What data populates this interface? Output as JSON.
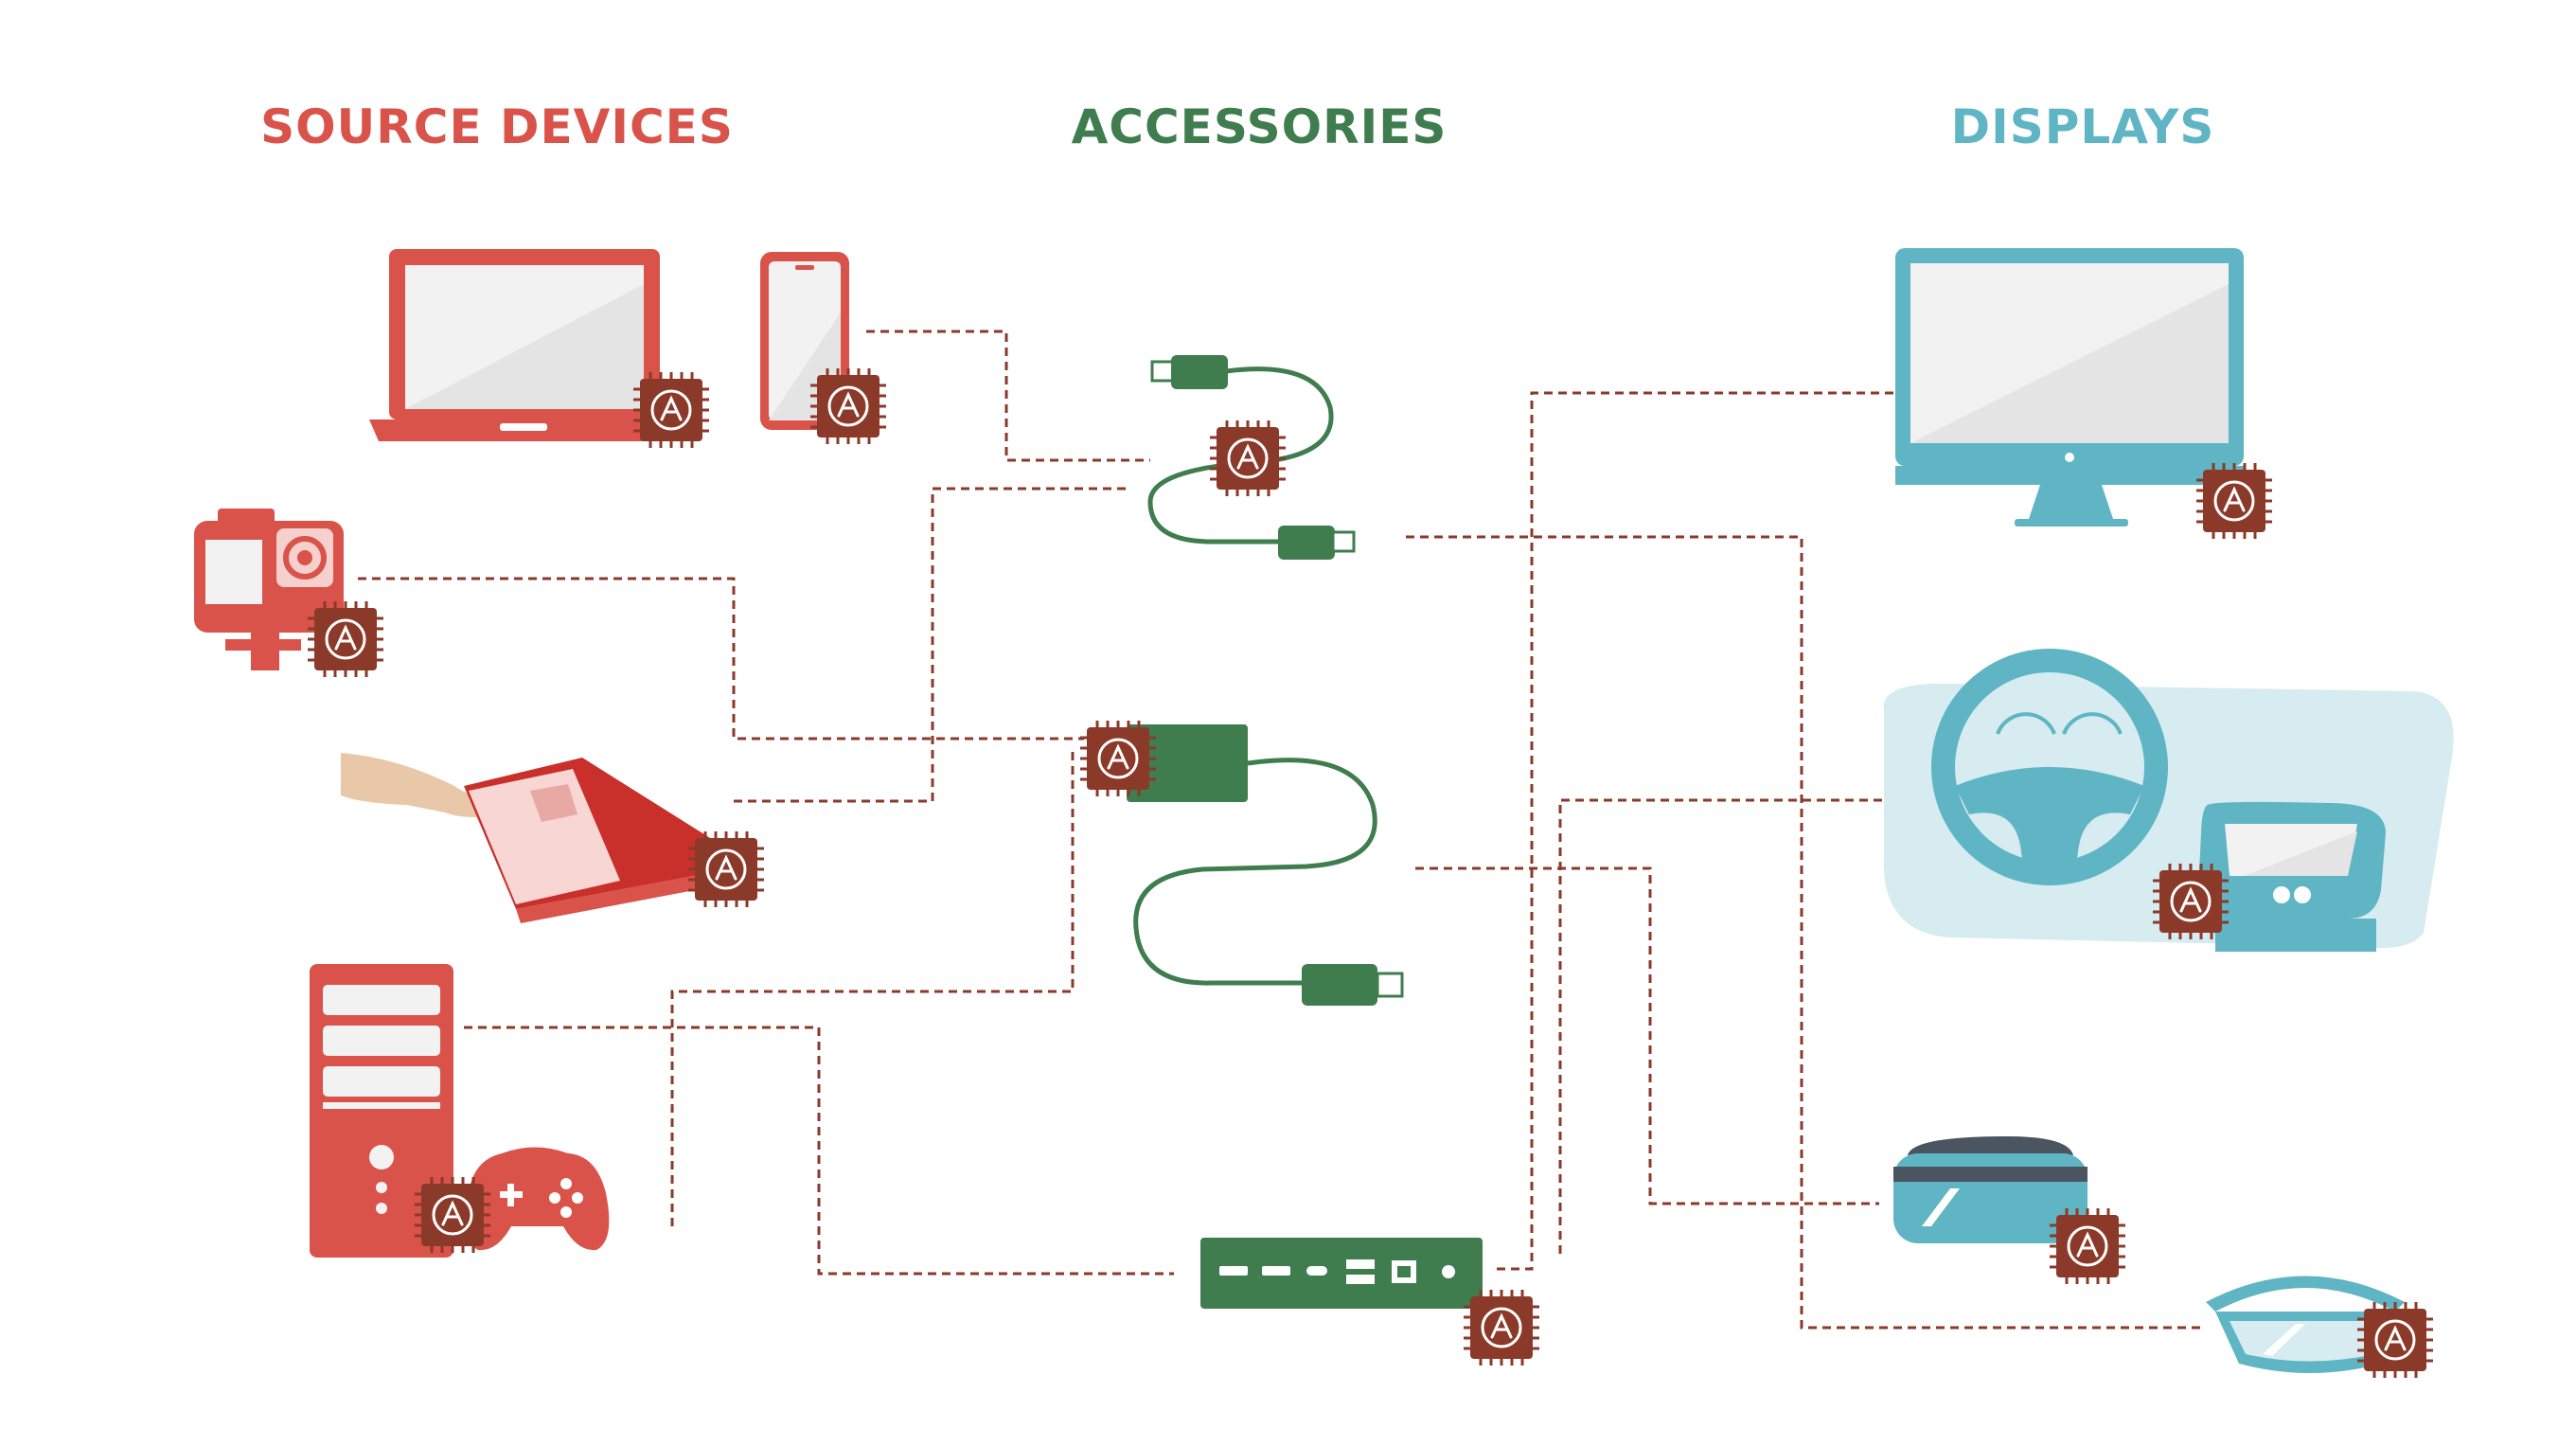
{
  "headings": {
    "source": "SOURCE DEVICES",
    "accessories": "ACCESSORIES",
    "displays": "DISPLAYS"
  },
  "colors": {
    "source": "#d9534a",
    "accessories": "#3f7d4f",
    "displays": "#5fb5c4",
    "chip": "#8b3a2a",
    "connector": "#8b3a2a",
    "screen": "#f0f0f0"
  },
  "devices": {
    "source": [
      "laptop-icon",
      "smartphone-icon",
      "action-camera-icon",
      "tablet-pos-icon",
      "desktop-tower-icon",
      "game-controller-icon"
    ],
    "accessories": [
      "usb-c-cable-icon",
      "usb-c-adapter-icon",
      "docking-station-icon"
    ],
    "displays": [
      "monitor-icon",
      "car-dashboard-icon",
      "vr-headset-icon",
      "ar-goggles-icon"
    ]
  }
}
